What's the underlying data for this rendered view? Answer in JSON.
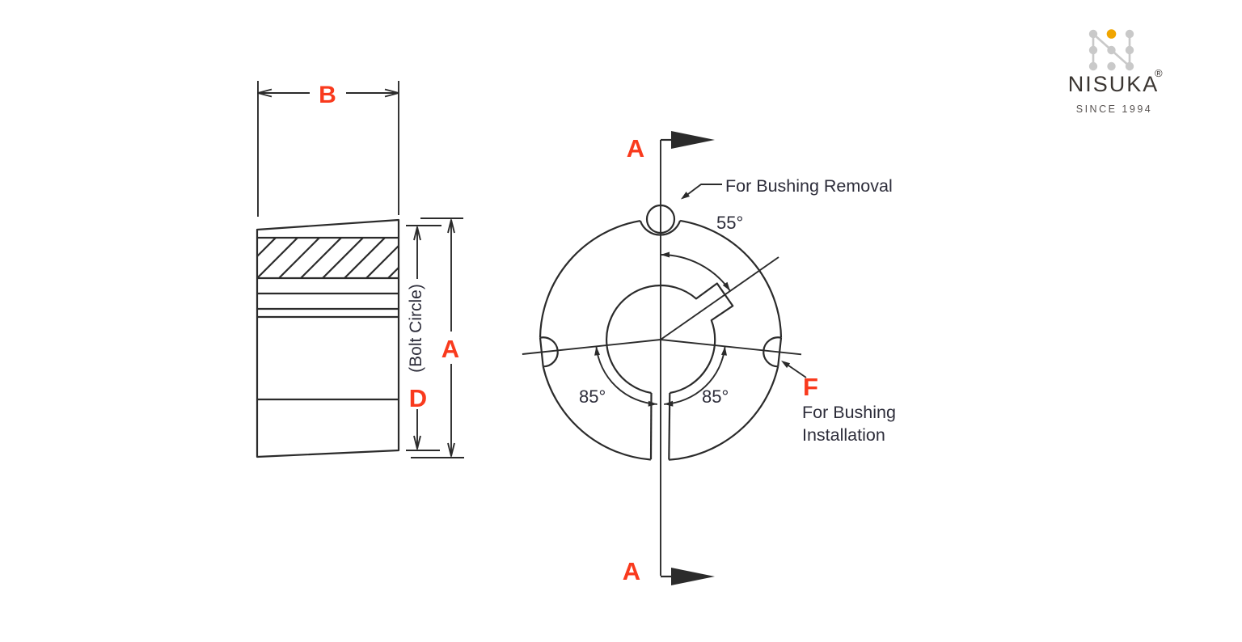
{
  "side_view": {
    "dim_width_label": "B",
    "dim_outer_label": "A",
    "dim_bolt_circle_label": "D",
    "bolt_circle_note": "(Bolt Circle)"
  },
  "front_view": {
    "section_label_top": "A",
    "section_label_bottom": "A",
    "removal_angle": "55°",
    "install_angle_left": "85°",
    "install_angle_right": "85°",
    "removal_note": "For Bushing Removal",
    "install_dim_label": "F",
    "install_note_line1": "For Bushing",
    "install_note_line2": "Installation"
  },
  "logo": {
    "brand": "NISUKA",
    "registered_mark": "®",
    "tagline": "SINCE 1994"
  },
  "colors": {
    "accent_red": "#f93a1d",
    "annotation_ink": "#2d2d3a",
    "drawing_line": "#2b2b2b",
    "logo_orange": "#f0a500",
    "logo_gray": "#c9c9c9"
  }
}
